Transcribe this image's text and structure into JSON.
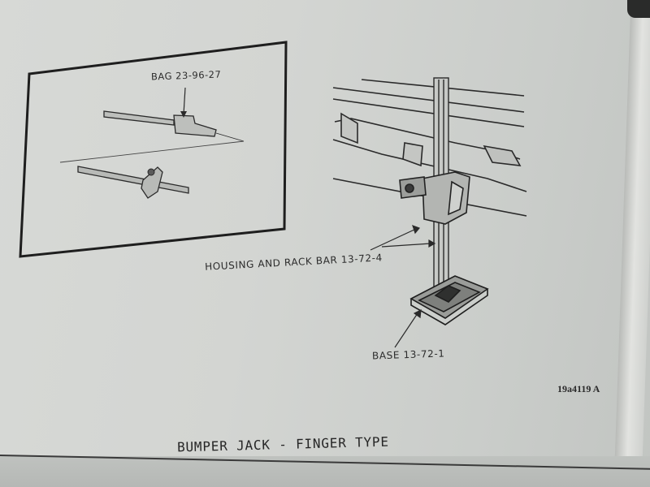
{
  "labels": {
    "bag": "BAG 23-96-27",
    "housing": "HOUSING AND RACK BAR 13-72-4",
    "base": "BASE 13-72-1",
    "code": "19a4119 A"
  },
  "caption": "BUMPER JACK - FINGER TYPE"
}
